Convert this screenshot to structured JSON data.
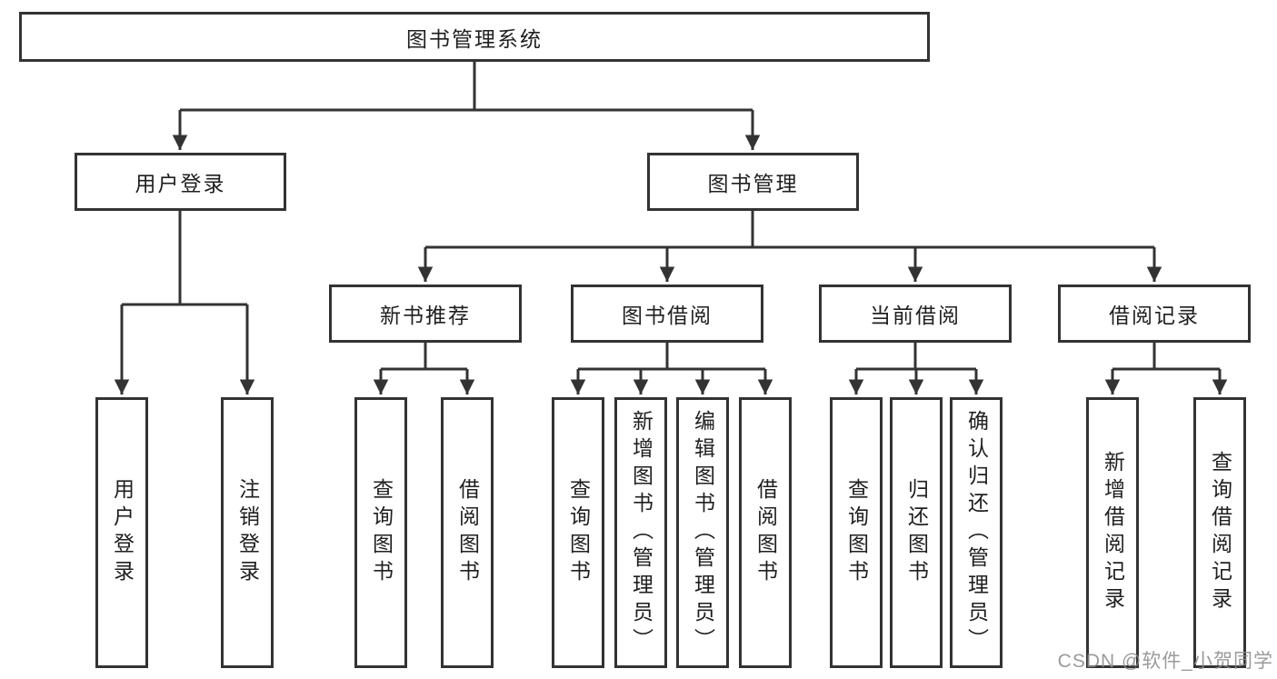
{
  "diagram": {
    "type": "hierarchy-tree",
    "root": {
      "label": "图书管理系统"
    },
    "level2": [
      {
        "label": "用户登录"
      },
      {
        "label": "图书管理"
      }
    ],
    "level3": [
      {
        "label": "新书推荐"
      },
      {
        "label": "图书借阅"
      },
      {
        "label": "当前借阅"
      },
      {
        "label": "借阅记录"
      }
    ],
    "leaves": {
      "user_login": [
        {
          "label": "用户登录"
        },
        {
          "label": "注销登录"
        }
      ],
      "new_book": [
        {
          "label": "查询图书"
        },
        {
          "label": "借阅图书"
        }
      ],
      "borrowing": [
        {
          "label": "查询图书"
        },
        {
          "label": "新增图书（管理员）"
        },
        {
          "label": "编辑图书（管理员）"
        },
        {
          "label": "借阅图书"
        }
      ],
      "current": [
        {
          "label": "查询图书"
        },
        {
          "label": "归还图书"
        },
        {
          "label": "确认归还（管理员）"
        }
      ],
      "records": [
        {
          "label": "新增借阅记录"
        },
        {
          "label": "查询借阅记录"
        }
      ]
    }
  },
  "watermark": {
    "text": "CSDN @软件_小贺同学"
  },
  "colors": {
    "line": "#333333",
    "box_border": "#333333",
    "text": "#1f1f1f",
    "background": "#ffffff",
    "watermark": "#8c8c8c"
  }
}
